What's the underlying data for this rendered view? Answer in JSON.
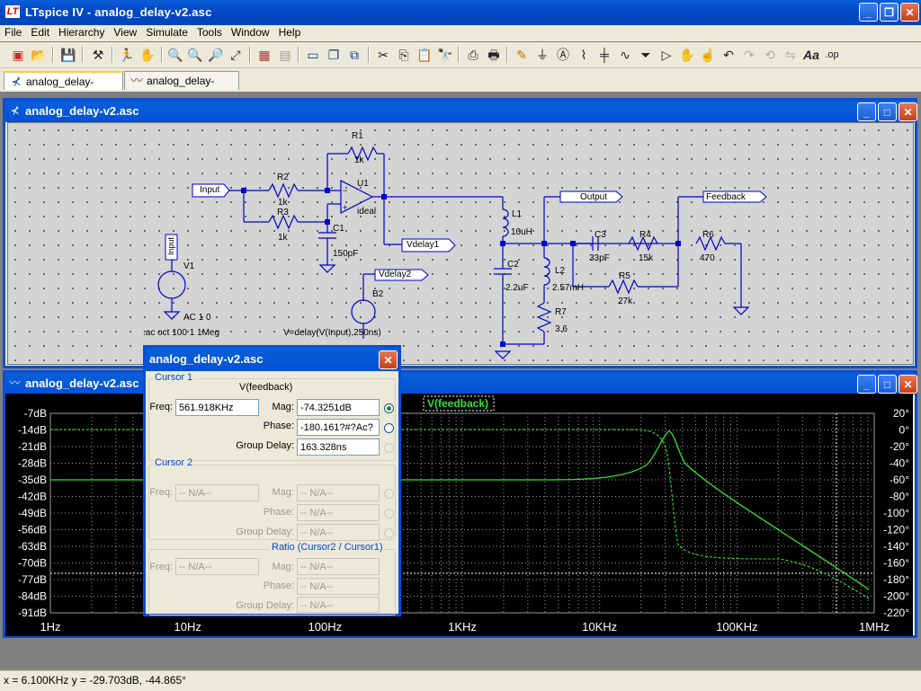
{
  "app": {
    "title": "LTspice IV - analog_delay-v2.asc",
    "logo": "LT"
  },
  "menu": [
    "File",
    "Edit",
    "Hierarchy",
    "View",
    "Simulate",
    "Tools",
    "Window",
    "Help"
  ],
  "tabs": [
    {
      "label": "analog_delay-v2.asc",
      "icon": "schematic-icon"
    },
    {
      "label": "analog_delay-v2.asc",
      "icon": "waveform-icon"
    }
  ],
  "schematic_window": {
    "title": "analog_delay-v2.asc",
    "labels": {
      "R1": "R1",
      "R1v": "1k",
      "R2": "R2",
      "R2v": "1k",
      "R3": "R3",
      "R3v": "1k",
      "U1": "U1",
      "U1v": "ideal",
      "C1": "C1",
      "C1v": "150pF",
      "L1": "L1",
      "L1v": "10uH",
      "C2": "C2",
      "C2v": "2.2uF",
      "L2": "L2",
      "L2v": "2.57mH",
      "R7": "R7",
      "R7v": "3.6",
      "C3": "C3",
      "C3v": "33pF",
      "R4": "R4",
      "R4v": "15k",
      "R5": "R5",
      "R5v": "27k",
      "R6": "R6",
      "R6v": "470",
      "V1": "V1",
      "V1ac": "AC 1 0",
      "B2": "B2",
      "Bexpr": "V=delay(V(Input),250ns)",
      "dir": ".ac oct 100 1 1Meg",
      "net_input": "Input",
      "net_input_v": "Input",
      "net_output": "Output",
      "net_feedback": "Feedback",
      "net_vdelay1": "Vdelay1",
      "net_vdelay2": "Vdelay2"
    }
  },
  "plot_window": {
    "title": "analog_delay-v2.asc",
    "trace": "V(feedback)",
    "y_left": [
      "-7dB",
      "-14dB",
      "-21dB",
      "-28dB",
      "-35dB",
      "-42dB",
      "-49dB",
      "-56dB",
      "-63dB",
      "-70dB",
      "-77dB",
      "-84dB",
      "-91dB"
    ],
    "y_right": [
      "20°",
      "0°",
      "-20°",
      "-40°",
      "-60°",
      "-80°",
      "-100°",
      "-120°",
      "-140°",
      "-160°",
      "-180°",
      "-200°",
      "-220°"
    ],
    "x": [
      "1Hz",
      "10Hz",
      "100Hz",
      "1KHz",
      "10KHz",
      "100KHz",
      "1MHz"
    ],
    "trace_color": "#34e234"
  },
  "cursor_dialog": {
    "title": "analog_delay-v2.asc",
    "cursor1": {
      "group": "Cursor 1",
      "trace": "V(feedback)",
      "freq_label": "Freq:",
      "freq": "561.918KHz",
      "mag_label": "Mag:",
      "mag": "-74.3251dB",
      "phase_label": "Phase:",
      "phase": "-180.161?#?Ac?",
      "gd_label": "Group Delay:",
      "gd": "163.328ns"
    },
    "cursor2": {
      "group": "Cursor 2",
      "freq_label": "Freq:",
      "freq": "-- N/A--",
      "mag_label": "Mag:",
      "mag": "-- N/A--",
      "phase_label": "Phase:",
      "phase": "-- N/A--",
      "gd_label": "Group Delay:",
      "gd": "-- N/A--"
    },
    "ratio": {
      "group": "Ratio (Cursor2 / Cursor1)",
      "freq_label": "Freq:",
      "freq": "-- N/A--",
      "mag_label": "Mag:",
      "mag": "-- N/A--",
      "phase_label": "Phase:",
      "phase": "-- N/A--",
      "gd_label": "Group Delay:",
      "gd": "-- N/A--"
    }
  },
  "status": "x = 6.100KHz    y = -29.703dB, -44.865°"
}
